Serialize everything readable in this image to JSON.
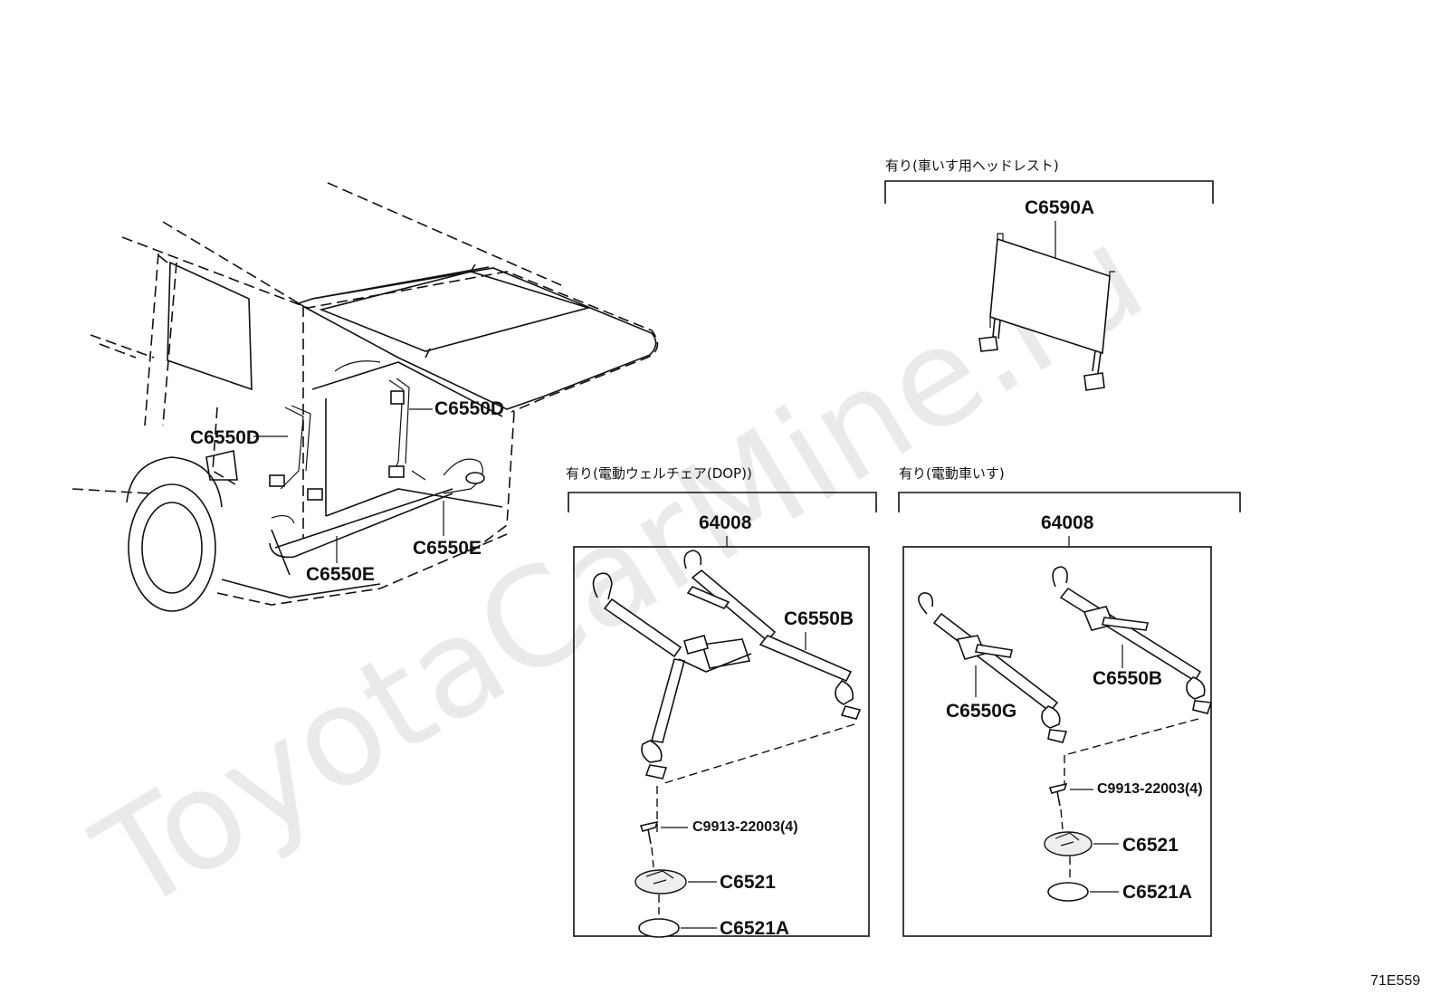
{
  "watermark": "ToyotaCarMine.ru",
  "diagram_id": "71E559",
  "sections": {
    "headrest": {
      "title": "有り(車いす用ヘッドレスト)",
      "part": "C6590A"
    },
    "dop": {
      "title": "有り(電動ウェルチェア(DOP))",
      "assembly": "64008",
      "parts": [
        "C6550B",
        "C9913-22003(4)",
        "C6521",
        "C6521A"
      ]
    },
    "elec": {
      "title": "有り(電動車いす)",
      "assembly": "64008",
      "parts": [
        "C6550G",
        "C6550B",
        "C9913-22003(4)",
        "C6521",
        "C6521A"
      ]
    }
  },
  "vehicle_labels": [
    "C6550D",
    "C6550D",
    "C6550E",
    "C6550E"
  ]
}
